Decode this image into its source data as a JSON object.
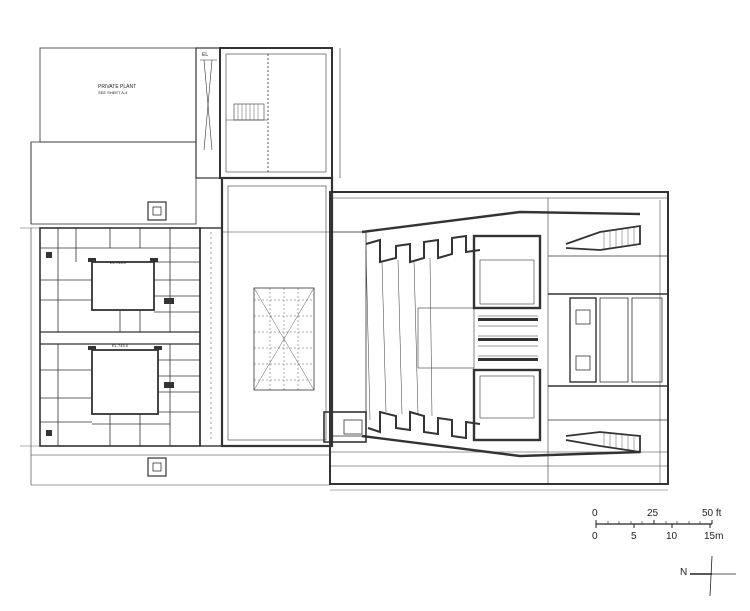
{
  "plan": {
    "annotations": {
      "private_plant": "PRIVATE PLANT",
      "private_plant_ref": "SEE SHEET A-4",
      "el_top": "EL",
      "el_left_a": "EL.745.0",
      "el_left_b": "EL.745.0"
    }
  },
  "scale_bar": {
    "feet_ticks": [
      "0",
      "25",
      "50 ft"
    ],
    "meter_ticks": [
      "0",
      "5",
      "10",
      "15m"
    ]
  },
  "north_arrow": {
    "label": "N"
  }
}
